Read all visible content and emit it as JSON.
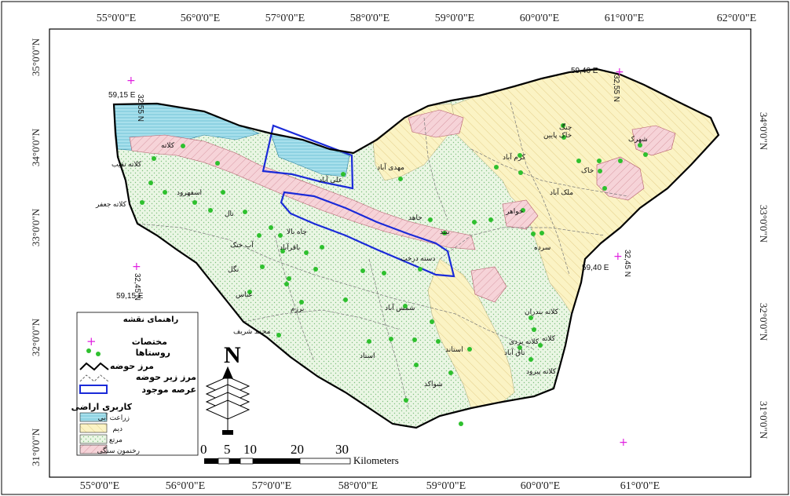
{
  "top_ticks": [
    "55°0'0\"E",
    "56°0'0\"E",
    "57°0'0\"E",
    "58°0'0\"E",
    "59°0'0\"E",
    "60°0'0\"E",
    "61°0'0\"E",
    "62°0'0\"E"
  ],
  "bottom_ticks": [
    "55°0'0\"E",
    "56°0'0\"E",
    "57°0'0\"E",
    "58°0'0\"E",
    "59°0'0\"E",
    "60°0'0\"E",
    "61°0'0\"E"
  ],
  "left_ticks": [
    "35°0'0\"N",
    "34°0'0\"N",
    "33°0'0\"N",
    "32°0'0\"N",
    "31°0'0\"N"
  ],
  "right_ticks": [
    "34°0'0\"N",
    "33°0'0\"N",
    "32°0'0\"N",
    "31°0'0\"N"
  ],
  "coords": {
    "tl_e": "59,15 E",
    "tl_n": "32,55 N",
    "tr_e": "59,40 E",
    "tr_n": "32,55 N",
    "bl_e": "59,15 E",
    "bl_n": "32,45 N",
    "br_e": "59,40 E",
    "br_n": "32,45 N"
  },
  "villages": [
    "کلاته",
    "کلاته نقیب",
    "کلاته جعفر",
    "اسفهرود",
    "نال",
    "چاه بالا",
    "باقرآباد",
    "آب خنک",
    "نگل",
    "عباس",
    "برزم",
    "محمد شریف",
    "مهدی آباد",
    "علی آباد",
    "شمس آباد",
    "استاد",
    "استاند",
    "شواکد",
    "خاک پایین",
    "کرم آباد",
    "ملک آباد",
    "خواهر",
    "چنگ",
    "سرده",
    "جاهد",
    "دسته درخت",
    "بیند",
    "شهرک",
    "خاک",
    "کلاته بندران",
    "کلاته",
    "کلاته یزدی",
    "تاق آباد",
    "کلاته پیرود"
  ],
  "legend": {
    "title": "راهنمای نقشه",
    "items": {
      "coords": "مختصات",
      "villages": "روستاها",
      "basin": "مرز حوضه",
      "subbasin": "مرز زیر حوضه",
      "area": "عرصه موجود",
      "landuse": "کاربری اراضی",
      "irrigated": "زراعت آبی",
      "dryland": "دیم",
      "rangeland": "مرتع",
      "rock": "رخنمون سنگی"
    }
  },
  "north_arrow": "N",
  "scale": {
    "labels": [
      "0",
      "5",
      "10",
      "20",
      "30"
    ],
    "unit": "Kilometers"
  },
  "colors": {
    "irrigated": "#a8e0ec",
    "dryland": "#fbf3c4",
    "rangeland": "#e9f5e2",
    "rock": "#f5d0d5",
    "area_border": "#1a2ad8",
    "village": "#2ec02e",
    "coord_marker": "#e020e0"
  }
}
